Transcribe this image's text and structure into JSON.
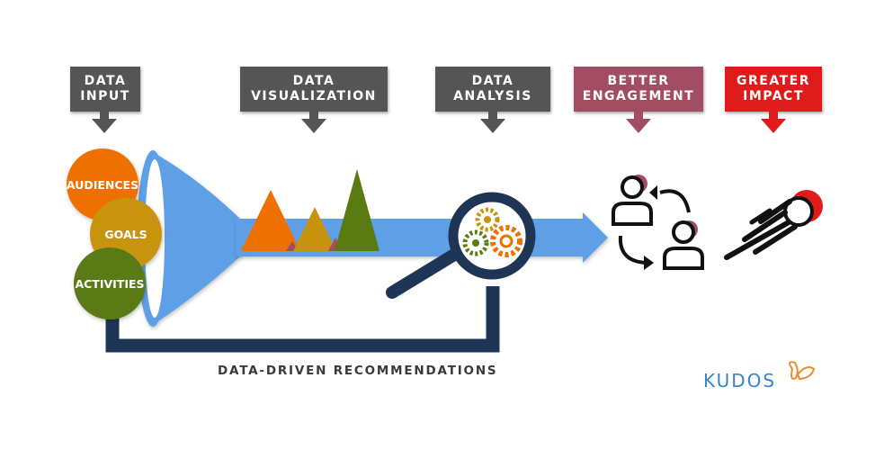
{
  "stages": [
    {
      "line1": "DATA",
      "line2": "INPUT",
      "color": "#555555"
    },
    {
      "line1": "DATA",
      "line2": "VISUALIZATION",
      "color": "#555555"
    },
    {
      "line1": "DATA",
      "line2": "ANALYSIS",
      "color": "#555555"
    },
    {
      "line1": "BETTER",
      "line2": "ENGAGEMENT",
      "color": "#a34d64"
    },
    {
      "line1": "GREATER",
      "line2": "IMPACT",
      "color": "#e01b1b"
    }
  ],
  "inputs": [
    {
      "label": "AUDIENCES",
      "color": "#ee7100"
    },
    {
      "label": "GOALS",
      "color": "#c8930c"
    },
    {
      "label": "ACTIVITIES",
      "color": "#5a7a12"
    }
  ],
  "feedback_label": "DATA-DRIVEN RECOMMENDATIONS",
  "logo_text": "KUDOS",
  "colors": {
    "funnel_blue": "#5f9fe6",
    "feedback_navy": "#1f3556",
    "butterfly": "#f08a2a"
  },
  "icons": [
    "magnifier-icon",
    "gears-icon",
    "people-exchange-icon",
    "comet-icon",
    "butterfly-icon"
  ]
}
